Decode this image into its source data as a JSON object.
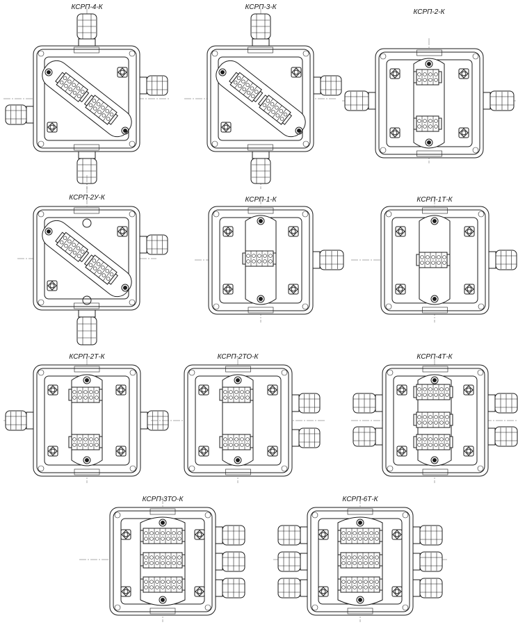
{
  "figures": [
    {
      "label": "КСРП-4-К"
    },
    {
      "label": "КСРП-3-К"
    },
    {
      "label": "КСРП-2-К"
    },
    {
      "label": "КСРП-2У-К"
    },
    {
      "label": "КСРП-1-К"
    },
    {
      "label": "КСРП-1Т-К"
    },
    {
      "label": "КСРП-2Т-К"
    },
    {
      "label": "КСРП-2ТО-К"
    },
    {
      "label": "КСРП-4Т-К"
    },
    {
      "label": "КСРП-3ТО-К"
    },
    {
      "label": "КСРП-6Т-К"
    }
  ]
}
